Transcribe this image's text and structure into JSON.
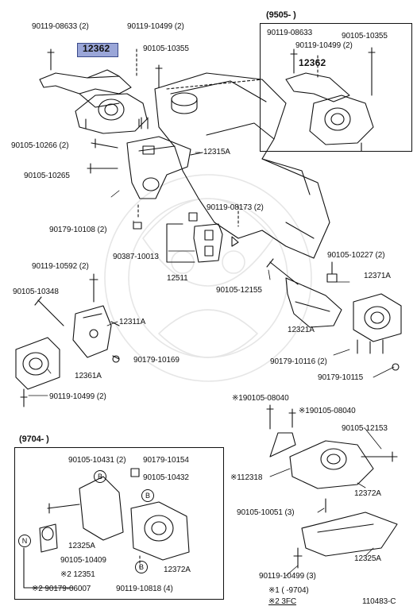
{
  "boxes": {
    "top_right": {
      "title": "(9505-        )"
    },
    "bottom_left": {
      "title": "(9704-        )"
    }
  },
  "highlight": {
    "part": "12362",
    "color": "#9aa6d8"
  },
  "labels": {
    "l_90119_08633_2": "90119-08633 (2)",
    "l_90119_10499_2_top": "90119-10499 (2)",
    "l_12362": "12362",
    "l_90105_10355": "90105-10355",
    "l_90105_10266_2": "90105-10266 (2)",
    "l_12315A": "12315A",
    "l_90105_10265": "90105-10265",
    "l_90119_08173_2": "90119-08173 (2)",
    "l_90179_10108_2": "90179-10108 (2)",
    "l_90387_10013": "90387-10013",
    "l_12511": "12511",
    "l_90119_10592_2": "90119-10592 (2)",
    "l_90105_10227_2": "90105-10227 (2)",
    "l_90105_10348": "90105-10348",
    "l_90105_12155": "90105-12155",
    "l_12371A": "12371A",
    "l_12311A": "12311A",
    "l_12321A": "12321A",
    "l_90179_10169": "90179-10169",
    "l_90179_10116_2": "90179-10116 (2)",
    "l_12361A": "12361A",
    "l_90179_10115": "90179-10115",
    "l_90119_10499_2_mid": "90119-10499 (2)",
    "l_190105_08040_a": "※190105-08040",
    "l_190105_08040_b": "※190105-08040",
    "l_90105_12153": "90105-12153",
    "l_112318": "※112318",
    "l_12372A_right": "12372A",
    "l_90105_10051_3": "90105-10051 (3)",
    "l_12325A_right": "12325A",
    "l_90119_10499_3": "90119-10499 (3)",
    "tr_90119_08633": "90119-08633",
    "tr_90105_10355": "90105-10355",
    "tr_90119_10499_2": "90119-10499 (2)",
    "tr_12362": "12362",
    "bl_90105_10431_2": "90105-10431 (2)",
    "bl_90179_10154": "90179-10154",
    "bl_90105_10432": "90105-10432",
    "bl_12325A": "12325A",
    "bl_90105_10409": "90105-10409",
    "bl_12351": "※2 12351",
    "bl_12372A": "12372A",
    "bl_90179_06007": "※2 90179-06007",
    "bl_90119_10818_4": "90119-10818 (4)",
    "bl_B1": "B",
    "bl_B2": "B",
    "bl_B3": "B",
    "bl_N": "N"
  },
  "footnotes": {
    "note1": "※1 (        -9704)",
    "note2": "※2 3FC",
    "figure_id": "110483-C"
  }
}
